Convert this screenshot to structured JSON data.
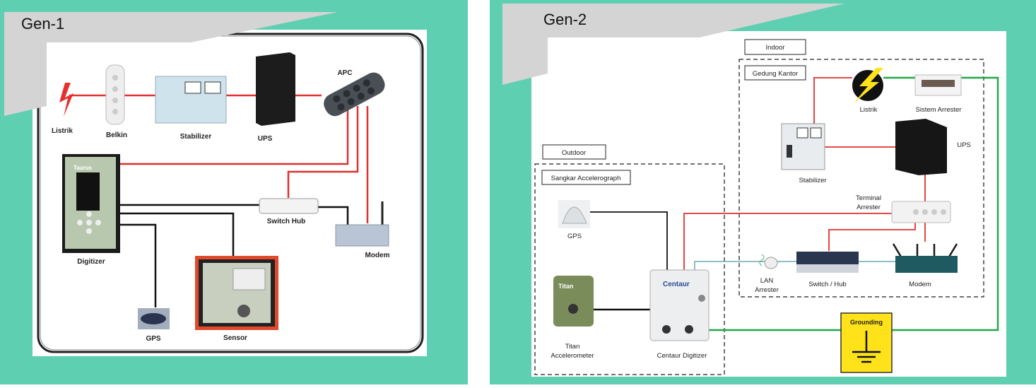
{
  "colors": {
    "background": "#5ecfb1",
    "banner": "#d4d4d4",
    "power_wire": "#e03030",
    "ground_wire": "#22a84a",
    "data_wire": "#111111",
    "lan_wire": "#6aa8b0",
    "grounding_sign": "#ffe21a"
  },
  "gen1": {
    "title": "Gen-1",
    "labels": {
      "listrik": "Listrik",
      "belkin": "Belkin",
      "stabilizer": "Stabilizer",
      "ups": "UPS",
      "apc": "APC",
      "digitizer": "Digitizer",
      "switch_hub": "Switch Hub",
      "modem": "Modem",
      "sensor": "Sensor",
      "gps": "GPS"
    }
  },
  "gen2": {
    "title": "Gen-2",
    "zones": {
      "indoor": "Indoor",
      "gedung_kantor": "Gedung Kantor",
      "outdoor": "Outdoor",
      "sangkar": "Sangkar Accelerograph"
    },
    "labels": {
      "listrik": "Listrik",
      "sistem_arrester": "Sistem Arrester",
      "stabilizer": "Stabilizer",
      "ups": "UPS",
      "terminal_1": "Terminal",
      "terminal_2": "Arrester",
      "lan_1": "LAN",
      "lan_2": "Arrester",
      "switch_hub": "Switch / Hub",
      "modem": "Modem",
      "gps": "GPS",
      "titan_1": "Titan",
      "titan_2": "Accelerometer",
      "centaur": "Centaur Digitizer",
      "grounding": "Grounding",
      "centaur_brand": "Centaur",
      "titan_brand": "Titan",
      "taurus_brand": "Taurus"
    }
  }
}
